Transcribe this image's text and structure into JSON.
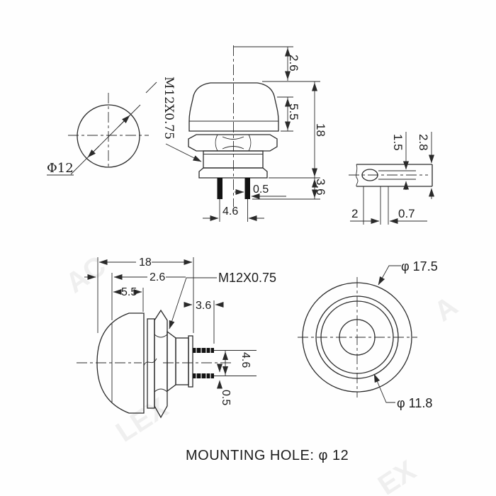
{
  "caption": "MOUNTING HOLE: φ 12",
  "top_view": {
    "label_diameter": "Φ12"
  },
  "front_view": {
    "label_thread": "M12X0.75",
    "dim_apex_height": "2.6",
    "dim_cap_height": "5.5",
    "dim_total_height": "18",
    "dim_pin_protrusion": "3.6",
    "dim_pin_width": "0.5",
    "dim_pin_pitch": "4.6"
  },
  "terminal_detail": {
    "dim_hole_height": "1.5",
    "dim_terminal_height": "2.8",
    "dim_offset": "2",
    "dim_thickness": "0.7"
  },
  "side_view": {
    "dim_total_length": "18",
    "dim_apex_height": "2.6",
    "dim_cap_height": "5.5",
    "label_thread": "M12X0.75",
    "dim_pin_protrusion": "3.6",
    "dim_pin_pitch": "4.6",
    "dim_pin_width": "0.5"
  },
  "face_view": {
    "label_outer_diameter": "φ 17.5",
    "label_inner_diameter": "φ 11.8"
  },
  "watermark": {
    "frag1": "AC",
    "frag2": "LEX",
    "frag3": "A",
    "frag4": "EX"
  }
}
